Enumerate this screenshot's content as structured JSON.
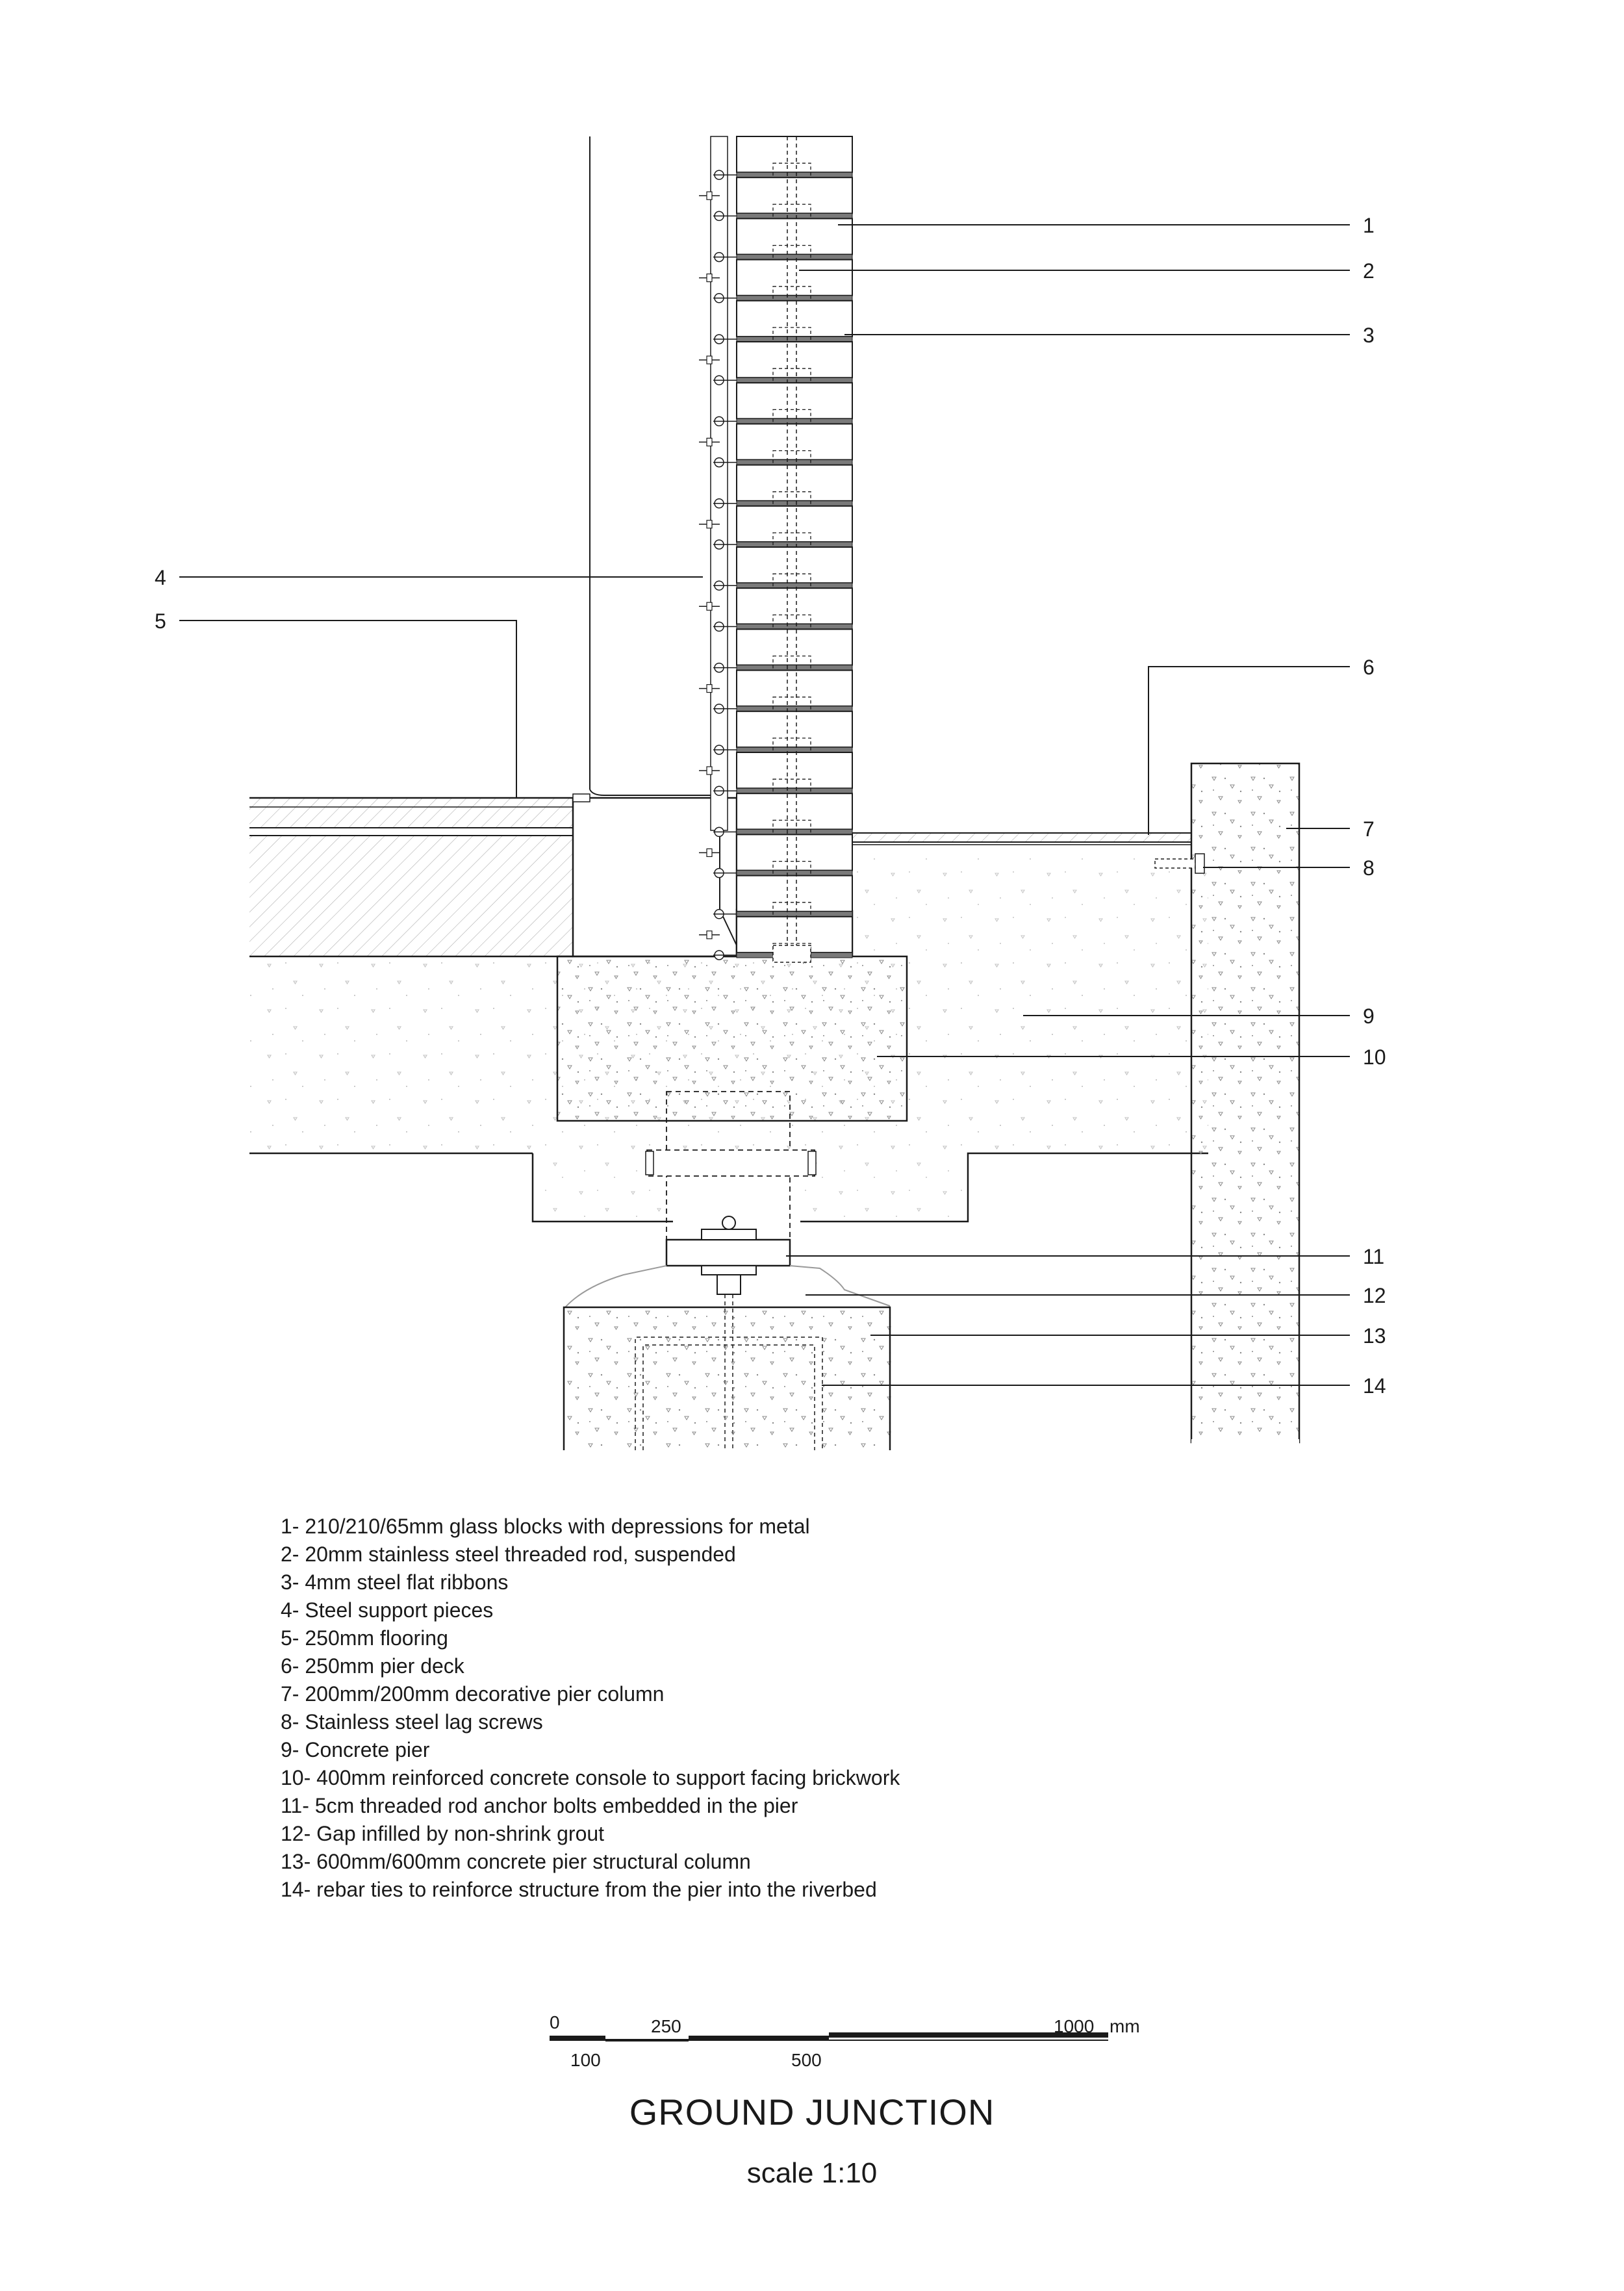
{
  "callouts": [
    "1",
    "2",
    "3",
    "4",
    "5",
    "6",
    "7",
    "8",
    "9",
    "10",
    "11",
    "12",
    "13",
    "14"
  ],
  "legend": [
    "1- 210/210/65mm glass blocks with depressions for metal",
    "2- 20mm stainless steel threaded rod, suspended",
    "3- 4mm steel flat ribbons",
    "4- Steel support pieces",
    "5- 250mm flooring",
    "6- 250mm pier deck",
    "7- 200mm/200mm decorative pier column",
    "8- Stainless steel lag screws",
    "9- Concrete pier",
    "10- 400mm reinforced concrete console to support facing brickwork",
    "11- 5cm threaded rod anchor bolts embedded in the pier",
    "12- Gap infilled by non-shrink grout",
    "13- 600mm/600mm concrete pier structural column",
    "14- rebar ties to reinforce structure from the pier into the riverbed"
  ],
  "scale_bar": {
    "labels_top": [
      "0",
      "250",
      "1000"
    ],
    "labels_bottom": [
      "100",
      "500"
    ],
    "unit": "mm"
  },
  "title": "GROUND JUNCTION",
  "subtitle": "scale 1:10",
  "colors": {
    "ink": "#1a1a1a",
    "hatch": "#9a9a9a"
  }
}
